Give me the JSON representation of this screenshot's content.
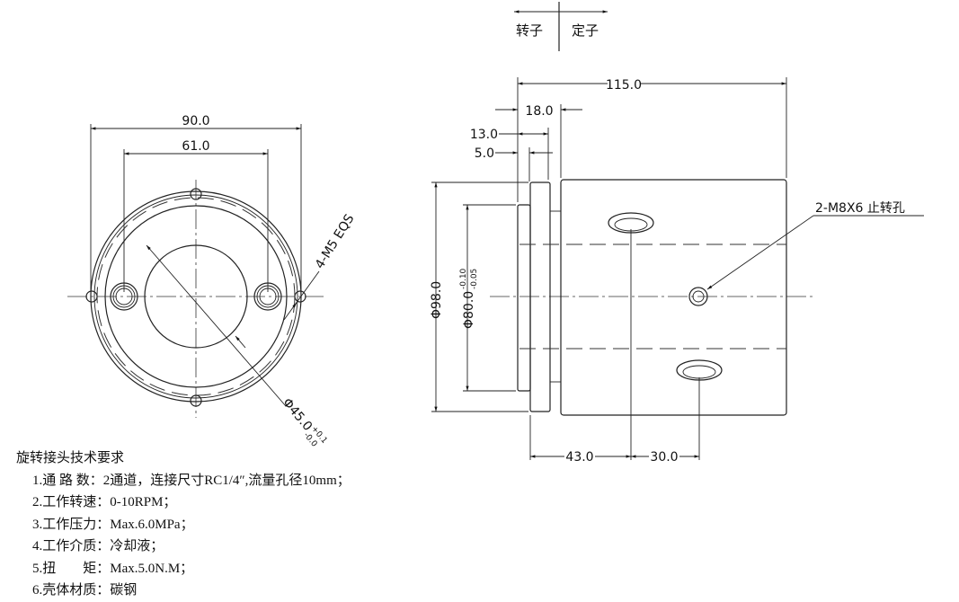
{
  "header": {
    "rotor": "转子",
    "stator": "定子"
  },
  "front_view": {
    "dim_outer": "90.0",
    "dim_holes": "61.0",
    "thread_callout": "4-M5 EQS",
    "dim_bore": "Φ45.0",
    "dim_bore_tol_upper": "+0.1",
    "dim_bore_tol_lower": "-0.0"
  },
  "side_view": {
    "dim_length": "115.0",
    "dim_18": "18.0",
    "dim_13": "13.0",
    "dim_5": "5.0",
    "dim_d98": "Φ98.0",
    "dim_d80": "Φ80.0",
    "dim_d80_tol_upper": "-0.10",
    "dim_d80_tol_lower": "-0.05",
    "dim_43": "43.0",
    "dim_30": "30.0",
    "hole_callout": "2-M8X6 止转孔"
  },
  "notes": {
    "title": "旋转接头技术要求",
    "items": [
      "1.通 路 数：2通道，连接尺寸RC1/4″,流量孔径10mm；",
      "2.工作转速：0-10RPM；",
      "3.工作压力：Max.6.0MPa；",
      "4.工作介质：冷却液；",
      "5.扭　　矩：Max.5.0N.M；",
      "6.壳体材质：碳钢"
    ]
  }
}
